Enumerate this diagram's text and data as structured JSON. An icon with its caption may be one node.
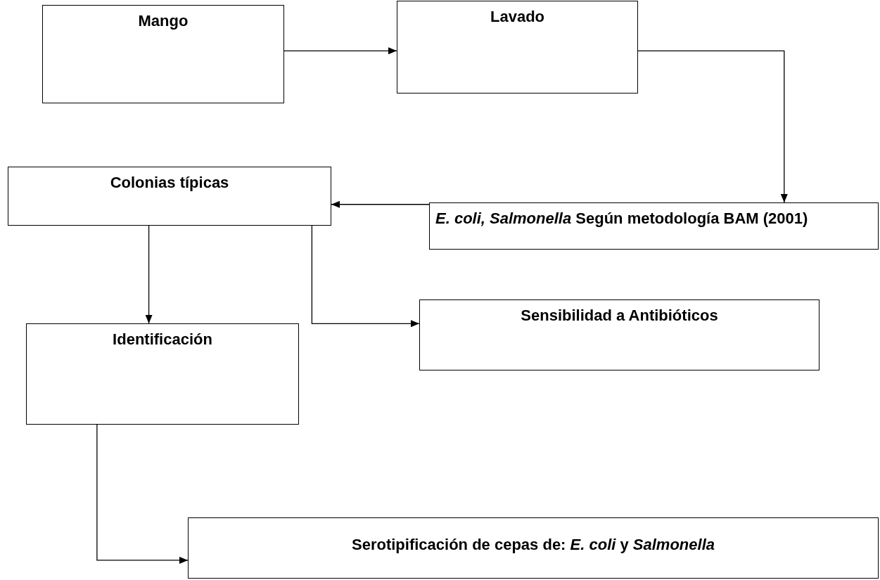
{
  "diagram": {
    "nodes": [
      {
        "text": [
          "Mango"
        ]
      },
      {
        "text": [
          "Lavado"
        ]
      },
      {
        "text": [
          "*E. coli, Salmonella* Según metodología BAM (2001)"
        ]
      },
      {
        "text": [
          "Colonias típicas"
        ]
      },
      {
        "text": [
          "Identificación"
        ]
      },
      {
        "text": [
          "Sensibilidad a Antibióticos"
        ]
      },
      {
        "text": [
          "Serotipificación de cepas de: *E. coli* y *Salmonella*"
        ]
      }
    ],
    "edges": [
      {
        "from": 0,
        "to": 1,
        "arrow": "to"
      },
      {
        "from": 1,
        "to": 2,
        "arrow": "to"
      },
      {
        "from": 2,
        "to": 3,
        "arrow": "to"
      },
      {
        "from": 3,
        "to": 4,
        "arrow": "to"
      },
      {
        "from": 3,
        "to": 5,
        "arrow": "to"
      },
      {
        "from": 4,
        "to": 6,
        "arrow": "to"
      }
    ]
  }
}
